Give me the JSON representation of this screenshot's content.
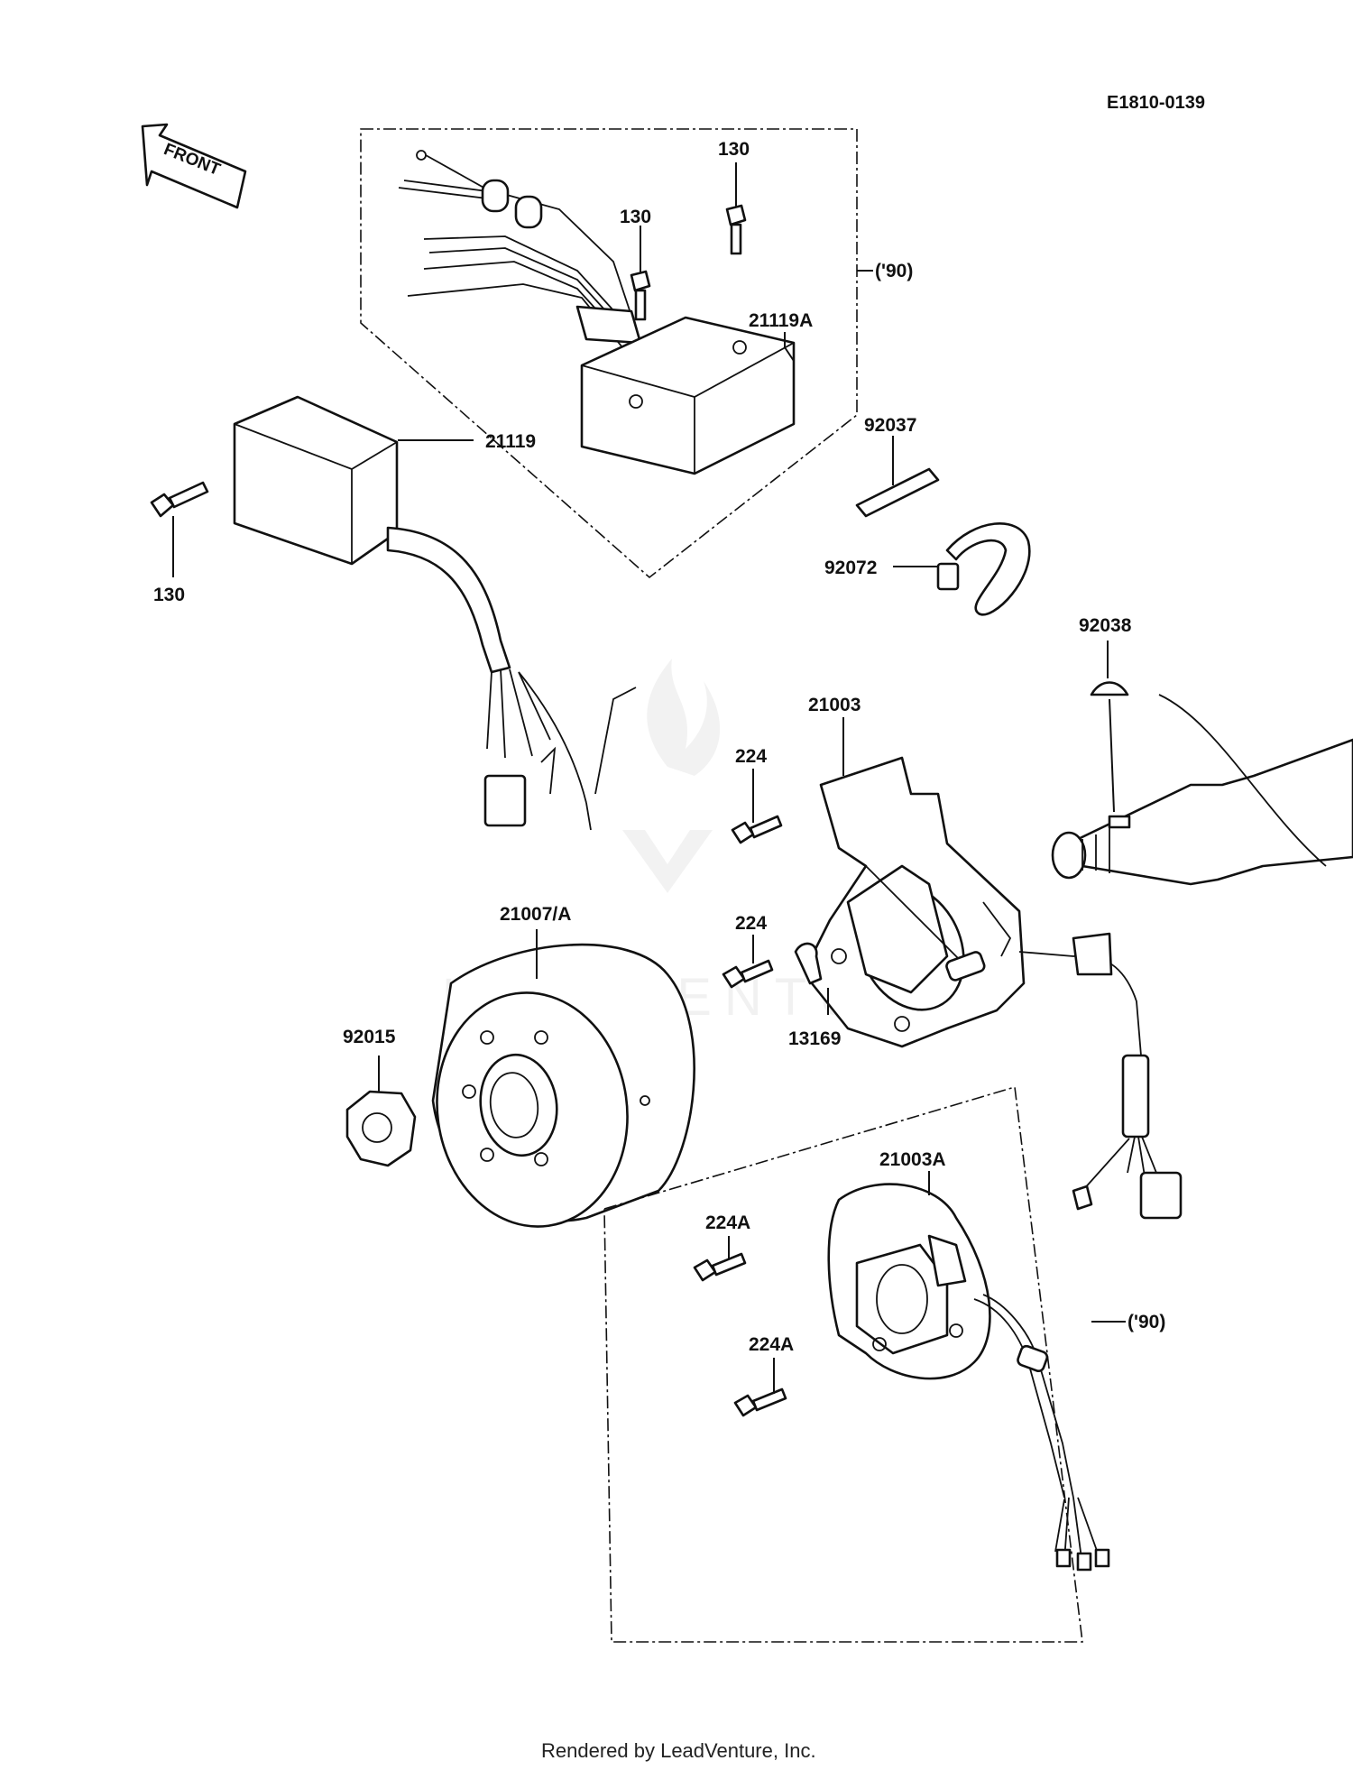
{
  "diagram_code": "E1810-0139",
  "front_arrow_label": "FRONT",
  "callouts": {
    "c130_top": "130",
    "c130_mid": "130",
    "c130_left": "130",
    "c90_top": "('90)",
    "c21119a": "21119A",
    "c21119": "21119",
    "c92037": "92037",
    "c92072": "92072",
    "c92038": "92038",
    "c21003": "21003",
    "c224_a": "224",
    "c224_b": "224",
    "c13169": "13169",
    "c21007": "21007/A",
    "c92015": "92015",
    "c21003a": "21003A",
    "c224a_a": "224A",
    "c224a_b": "224A",
    "c90_bottom": "('90)"
  },
  "watermark": "LEADVENTURE",
  "footer": "Rendered by LeadVenture, Inc."
}
